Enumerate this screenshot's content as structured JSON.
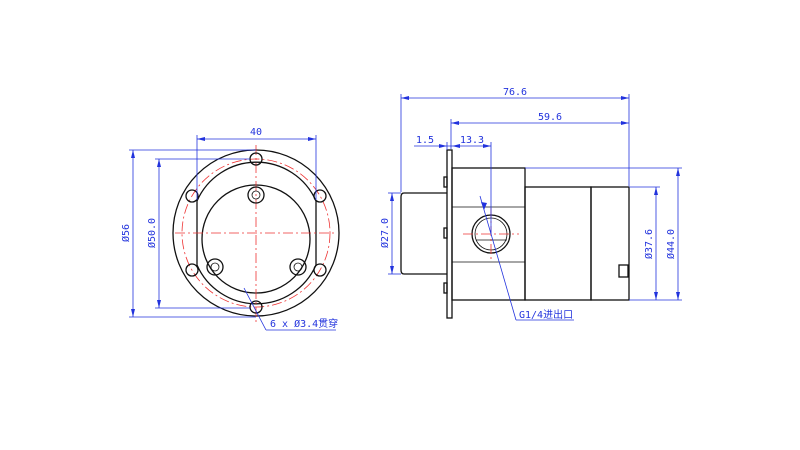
{
  "front_view": {
    "dim_width": "40",
    "dim_outer_dia": "Ø56",
    "dim_bolt_circle_dia": "Ø50.0",
    "hole_note": "6 x Ø3.4贯穿"
  },
  "side_view": {
    "dim_total_length": "76.6",
    "dim_body_length": "59.6",
    "dim_flange_thickness": "1.5",
    "dim_port_offset": "13.3",
    "dim_shaft_dia": "Ø27.0",
    "dim_motor_dia": "Ø37.6",
    "dim_block_height": "Ø44.0",
    "port_note": "G1/4进出口"
  },
  "colors": {
    "dimension": "#2233dd",
    "centerline": "#ee3333",
    "outline": "#111111"
  }
}
